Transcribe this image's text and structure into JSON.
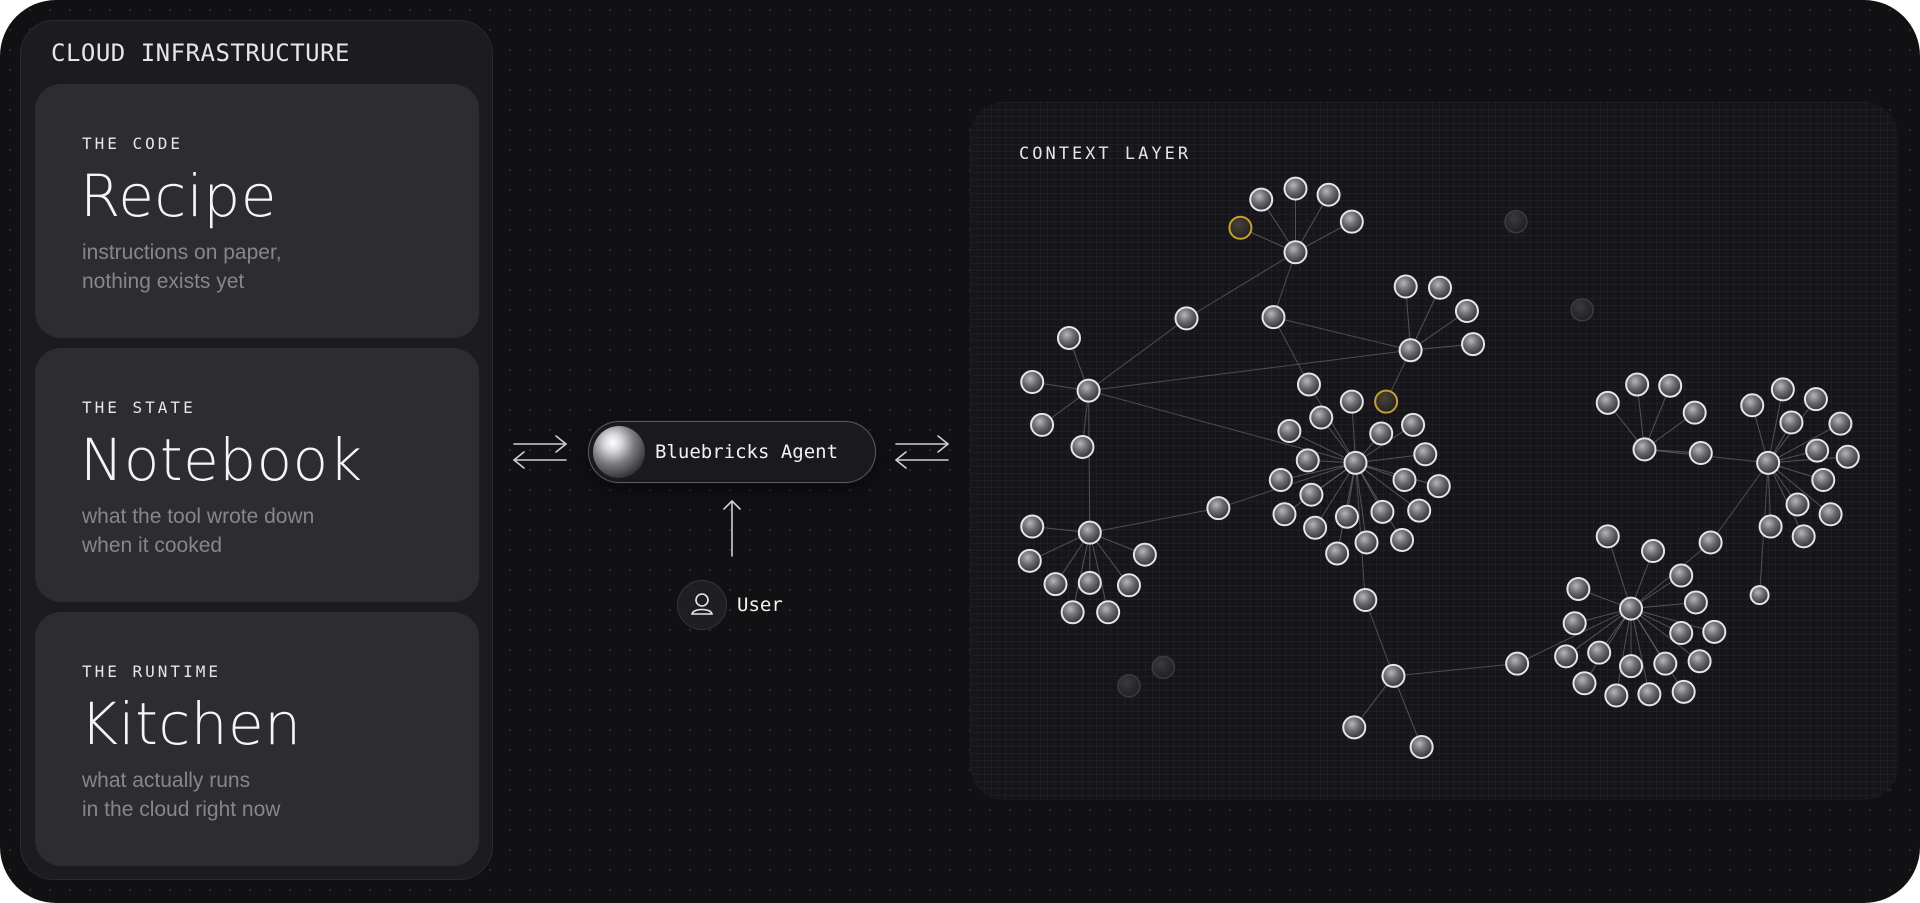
{
  "infrastructure": {
    "title": "CLOUD INFRASTRUCTURE",
    "cards": [
      {
        "kicker": "THE CODE",
        "title": "Recipe",
        "desc_line1": "instructions on paper,",
        "desc_line2": "nothing exists yet"
      },
      {
        "kicker": "THE STATE",
        "title": "Notebook",
        "desc_line1": "what the tool wrote down",
        "desc_line2": "when it cooked"
      },
      {
        "kicker": "THE RUNTIME",
        "title": "Kitchen",
        "desc_line1": "what actually runs",
        "desc_line2": "in the cloud right now"
      }
    ]
  },
  "agent": {
    "label": "Bluebricks Agent"
  },
  "user": {
    "label": "User",
    "icon": "user-icon"
  },
  "context_layer": {
    "title": "CONTEXT LAYER"
  },
  "colors": {
    "background": "#111114",
    "panel": "#1c1c20",
    "card": "#2c2c31",
    "node": "#8a8a8f",
    "node_highlight": "#c8a030",
    "edge": "#7a7a80"
  }
}
